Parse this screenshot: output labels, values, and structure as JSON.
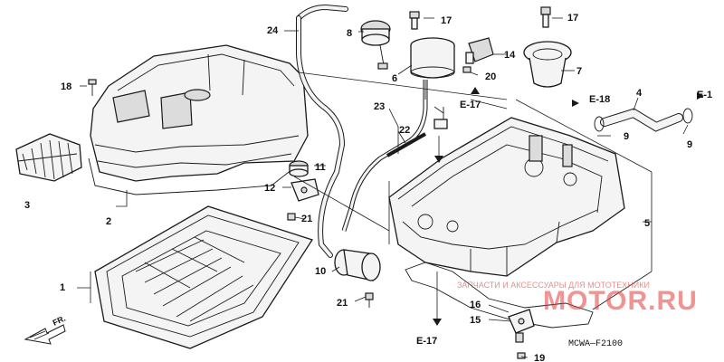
{
  "diagram_code": "MCWA—F2100",
  "front_indicator": "FR.",
  "watermark": {
    "caption": "ЗАПЧАСТИ И АКСЕССУАРЫ ДЛЯ МОТОТЕХНИКИ",
    "brand": "MOTOR.RU"
  },
  "labels": {
    "p1": "1",
    "p2": "2",
    "p3": "3",
    "p4": "4",
    "p5": "5",
    "p6": "6",
    "p7": "7",
    "p8": "8",
    "p9a": "9",
    "p9b": "9",
    "p10": "10",
    "p11": "11",
    "p12": "12",
    "p14": "14",
    "p15": "15",
    "p16": "16",
    "p17a": "17",
    "p17b": "17",
    "p18": "18",
    "p19": "19",
    "p20": "20",
    "p21a": "21",
    "p21b": "21",
    "p22": "22",
    "p23": "23",
    "p24": "24"
  },
  "refs": {
    "e17_top": "E-17",
    "e17_bottom": "E-17",
    "e18": "E-18",
    "e1": "E-1"
  }
}
